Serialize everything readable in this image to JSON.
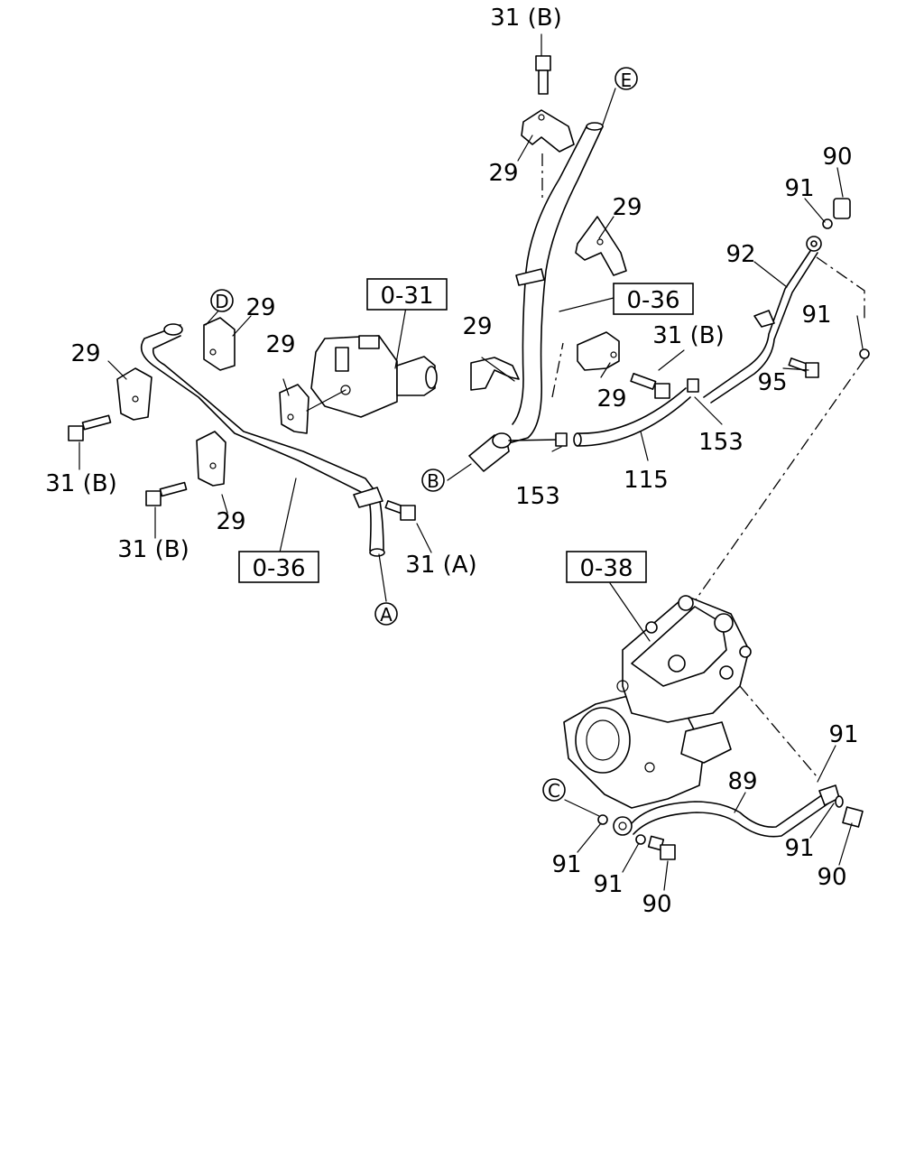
{
  "callouts": [
    {
      "id": "c-31b-top",
      "text": "31 (B)"
    },
    {
      "id": "c-e",
      "text": "E"
    },
    {
      "id": "c-29-top",
      "text": "29"
    },
    {
      "id": "c-29-mid",
      "text": "29"
    },
    {
      "id": "c-90-top",
      "text": "90"
    },
    {
      "id": "c-91-top",
      "text": "91"
    },
    {
      "id": "c-92",
      "text": "92"
    },
    {
      "id": "c-036-right",
      "text": "0-36"
    },
    {
      "id": "c-91-right",
      "text": "91"
    },
    {
      "id": "c-031",
      "text": "0-31"
    },
    {
      "id": "c-d",
      "text": "D"
    },
    {
      "id": "c-29-d",
      "text": "29"
    },
    {
      "id": "c-29-left",
      "text": "29"
    },
    {
      "id": "c-29-center",
      "text": "29"
    },
    {
      "id": "c-29-bracket",
      "text": "29"
    },
    {
      "id": "c-31b-right",
      "text": "31 (B)"
    },
    {
      "id": "c-95",
      "text": "95"
    },
    {
      "id": "c-29-right2",
      "text": "29"
    },
    {
      "id": "c-153-right",
      "text": "153"
    },
    {
      "id": "c-b",
      "text": "B"
    },
    {
      "id": "c-153-left",
      "text": "153"
    },
    {
      "id": "c-115",
      "text": "115"
    },
    {
      "id": "c-31b-left",
      "text": "31 (B)"
    },
    {
      "id": "c-29-lower",
      "text": "29"
    },
    {
      "id": "c-31b-lower",
      "text": "31 (B)"
    },
    {
      "id": "c-036-left",
      "text": "0-36"
    },
    {
      "id": "c-31a",
      "text": "31 (A)"
    },
    {
      "id": "c-a",
      "text": "A"
    },
    {
      "id": "c-038",
      "text": "0-38"
    },
    {
      "id": "c-91-comp",
      "text": "91"
    },
    {
      "id": "c-89",
      "text": "89"
    },
    {
      "id": "c-c",
      "text": "C"
    },
    {
      "id": "c-91-bl",
      "text": "91"
    },
    {
      "id": "c-91-bm",
      "text": "91"
    },
    {
      "id": "c-91-br",
      "text": "91"
    },
    {
      "id": "c-90-bm",
      "text": "90"
    },
    {
      "id": "c-90-br",
      "text": "90"
    }
  ]
}
